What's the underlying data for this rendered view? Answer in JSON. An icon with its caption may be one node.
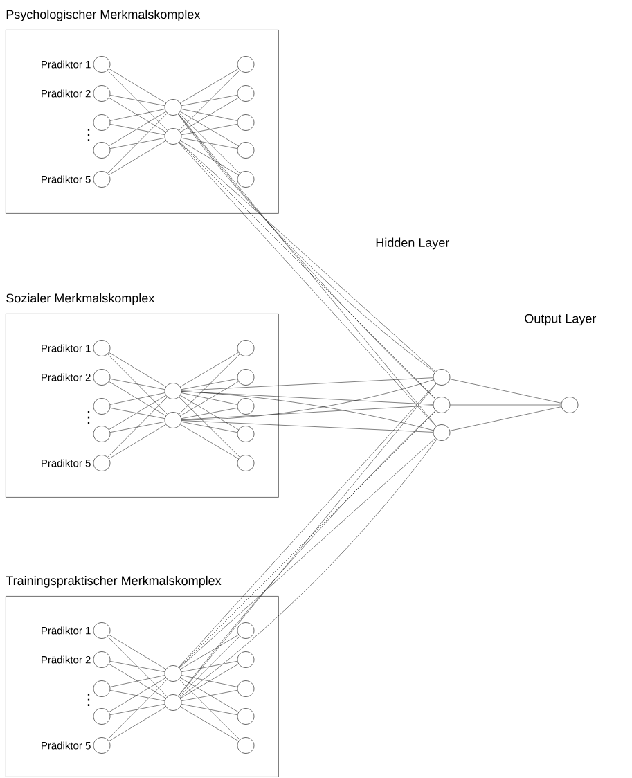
{
  "diagram": {
    "nodes": [
      {
        "text": [
          "Psychologischer Merkmalskomplex"
        ]
      },
      {
        "text": [],
        "shape": "circle",
        "in": 0,
        "beside": [
          "Prädiktor 1"
        ]
      },
      {
        "text": [],
        "shape": "circle",
        "in": 0,
        "beside": [
          "Prädiktor 2"
        ]
      },
      {
        "text": [],
        "shape": "circle",
        "in": 0
      },
      {
        "text": [],
        "shape": "circle",
        "in": 0
      },
      {
        "text": [],
        "shape": "circle",
        "in": 0,
        "beside": [
          "Prädiktor 5"
        ]
      },
      {
        "text": [],
        "shape": "circle",
        "in": 0
      },
      {
        "text": [],
        "shape": "circle",
        "in": 0
      },
      {
        "text": [],
        "shape": "circle",
        "in": 0
      },
      {
        "text": [],
        "shape": "circle",
        "in": 0
      },
      {
        "text": [],
        "shape": "circle",
        "in": 0
      },
      {
        "text": [],
        "shape": "circle",
        "in": 0
      },
      {
        "text": [],
        "shape": "circle",
        "in": 0
      },
      {
        "text": [
          "Sozialer Merkmalskomplex"
        ]
      },
      {
        "text": [],
        "shape": "circle",
        "in": 13,
        "beside": [
          "Prädiktor 1"
        ]
      },
      {
        "text": [],
        "shape": "circle",
        "in": 13,
        "beside": [
          "Prädiktor 2"
        ]
      },
      {
        "text": [],
        "shape": "circle",
        "in": 13
      },
      {
        "text": [],
        "shape": "circle",
        "in": 13
      },
      {
        "text": [],
        "shape": "circle",
        "in": 13,
        "beside": [
          "Prädiktor 5"
        ]
      },
      {
        "text": [],
        "shape": "circle",
        "in": 13
      },
      {
        "text": [],
        "shape": "circle",
        "in": 13
      },
      {
        "text": [],
        "shape": "circle",
        "in": 13
      },
      {
        "text": [],
        "shape": "circle",
        "in": 13
      },
      {
        "text": [],
        "shape": "circle",
        "in": 13
      },
      {
        "text": [],
        "shape": "circle",
        "in": 13
      },
      {
        "text": [],
        "shape": "circle",
        "in": 13
      },
      {
        "text": [
          "Trainingspraktischer Merkmalskomplex"
        ]
      },
      {
        "text": [],
        "shape": "circle",
        "in": 26,
        "beside": [
          "Prädiktor 1"
        ]
      },
      {
        "text": [],
        "shape": "circle",
        "in": 26,
        "beside": [
          "Prädiktor 2"
        ]
      },
      {
        "text": [],
        "shape": "circle",
        "in": 26
      },
      {
        "text": [],
        "shape": "circle",
        "in": 26
      },
      {
        "text": [],
        "shape": "circle",
        "in": 26,
        "beside": [
          "Prädiktor 5"
        ]
      },
      {
        "text": [],
        "shape": "circle",
        "in": 26
      },
      {
        "text": [],
        "shape": "circle",
        "in": 26
      },
      {
        "text": [],
        "shape": "circle",
        "in": 26
      },
      {
        "text": [],
        "shape": "circle",
        "in": 26
      },
      {
        "text": [],
        "shape": "circle",
        "in": 26
      },
      {
        "text": [],
        "shape": "circle",
        "in": 26
      },
      {
        "text": [],
        "shape": "circle",
        "in": 26
      },
      {
        "text": [],
        "shape": "circle"
      },
      {
        "text": [],
        "shape": "circle"
      },
      {
        "text": [],
        "shape": "circle"
      },
      {
        "text": [],
        "shape": "circle"
      }
    ],
    "edges": [
      {
        "from": 1,
        "to": 6,
        "arrow": "none"
      },
      {
        "from": 1,
        "to": 7,
        "arrow": "none"
      },
      {
        "from": 2,
        "to": 6,
        "arrow": "none"
      },
      {
        "from": 2,
        "to": 7,
        "arrow": "none"
      },
      {
        "from": 3,
        "to": 6,
        "arrow": "none"
      },
      {
        "from": 3,
        "to": 7,
        "arrow": "none"
      },
      {
        "from": 4,
        "to": 6,
        "arrow": "none"
      },
      {
        "from": 4,
        "to": 7,
        "arrow": "none"
      },
      {
        "from": 5,
        "to": 6,
        "arrow": "none"
      },
      {
        "from": 5,
        "to": 7,
        "arrow": "none"
      },
      {
        "from": 6,
        "to": 8,
        "arrow": "none"
      },
      {
        "from": 6,
        "to": 9,
        "arrow": "none"
      },
      {
        "from": 6,
        "to": 10,
        "arrow": "none"
      },
      {
        "from": 6,
        "to": 11,
        "arrow": "none"
      },
      {
        "from": 6,
        "to": 12,
        "arrow": "none"
      },
      {
        "from": 7,
        "to": 8,
        "arrow": "none"
      },
      {
        "from": 7,
        "to": 9,
        "arrow": "none"
      },
      {
        "from": 7,
        "to": 10,
        "arrow": "none"
      },
      {
        "from": 7,
        "to": 11,
        "arrow": "none"
      },
      {
        "from": 7,
        "to": 12,
        "arrow": "none"
      },
      {
        "from": 6,
        "to": 39,
        "arrow": "none"
      },
      {
        "from": 6,
        "to": 40,
        "arrow": "none"
      },
      {
        "from": 6,
        "to": 41,
        "arrow": "none"
      },
      {
        "from": 7,
        "to": 39,
        "arrow": "none"
      },
      {
        "from": 7,
        "to": 40,
        "arrow": "none"
      },
      {
        "from": 7,
        "to": 41,
        "arrow": "none"
      },
      {
        "from": 14,
        "to": 19,
        "arrow": "none"
      },
      {
        "from": 14,
        "to": 20,
        "arrow": "none"
      },
      {
        "from": 15,
        "to": 19,
        "arrow": "none"
      },
      {
        "from": 15,
        "to": 20,
        "arrow": "none"
      },
      {
        "from": 16,
        "to": 19,
        "arrow": "none"
      },
      {
        "from": 16,
        "to": 20,
        "arrow": "none"
      },
      {
        "from": 17,
        "to": 19,
        "arrow": "none"
      },
      {
        "from": 17,
        "to": 20,
        "arrow": "none"
      },
      {
        "from": 18,
        "to": 19,
        "arrow": "none"
      },
      {
        "from": 18,
        "to": 20,
        "arrow": "none"
      },
      {
        "from": 19,
        "to": 21,
        "arrow": "none"
      },
      {
        "from": 19,
        "to": 22,
        "arrow": "none"
      },
      {
        "from": 19,
        "to": 23,
        "arrow": "none"
      },
      {
        "from": 19,
        "to": 24,
        "arrow": "none"
      },
      {
        "from": 19,
        "to": 25,
        "arrow": "none"
      },
      {
        "from": 20,
        "to": 21,
        "arrow": "none"
      },
      {
        "from": 20,
        "to": 22,
        "arrow": "none"
      },
      {
        "from": 20,
        "to": 23,
        "arrow": "none"
      },
      {
        "from": 20,
        "to": 24,
        "arrow": "none"
      },
      {
        "from": 20,
        "to": 25,
        "arrow": "none"
      },
      {
        "from": 19,
        "to": 39,
        "arrow": "none"
      },
      {
        "from": 19,
        "to": 40,
        "arrow": "none"
      },
      {
        "from": 19,
        "to": 41,
        "arrow": "none"
      },
      {
        "from": 20,
        "to": 39,
        "arrow": "none"
      },
      {
        "from": 20,
        "to": 40,
        "arrow": "none"
      },
      {
        "from": 20,
        "to": 41,
        "arrow": "none"
      },
      {
        "from": 27,
        "to": 32,
        "arrow": "none"
      },
      {
        "from": 27,
        "to": 33,
        "arrow": "none"
      },
      {
        "from": 28,
        "to": 32,
        "arrow": "none"
      },
      {
        "from": 28,
        "to": 33,
        "arrow": "none"
      },
      {
        "from": 29,
        "to": 32,
        "arrow": "none"
      },
      {
        "from": 29,
        "to": 33,
        "arrow": "none"
      },
      {
        "from": 30,
        "to": 32,
        "arrow": "none"
      },
      {
        "from": 30,
        "to": 33,
        "arrow": "none"
      },
      {
        "from": 31,
        "to": 32,
        "arrow": "none"
      },
      {
        "from": 31,
        "to": 33,
        "arrow": "none"
      },
      {
        "from": 32,
        "to": 34,
        "arrow": "none"
      },
      {
        "from": 32,
        "to": 35,
        "arrow": "none"
      },
      {
        "from": 32,
        "to": 36,
        "arrow": "none"
      },
      {
        "from": 32,
        "to": 37,
        "arrow": "none"
      },
      {
        "from": 32,
        "to": 38,
        "arrow": "none"
      },
      {
        "from": 33,
        "to": 34,
        "arrow": "none"
      },
      {
        "from": 33,
        "to": 35,
        "arrow": "none"
      },
      {
        "from": 33,
        "to": 36,
        "arrow": "none"
      },
      {
        "from": 33,
        "to": 37,
        "arrow": "none"
      },
      {
        "from": 33,
        "to": 38,
        "arrow": "none"
      },
      {
        "from": 32,
        "to": 39,
        "arrow": "none"
      },
      {
        "from": 32,
        "to": 40,
        "arrow": "none"
      },
      {
        "from": 32,
        "to": 41,
        "arrow": "none"
      },
      {
        "from": 33,
        "to": 39,
        "arrow": "none"
      },
      {
        "from": 33,
        "to": 40,
        "arrow": "none"
      },
      {
        "from": 33,
        "to": 41,
        "arrow": "none"
      },
      {
        "from": 39,
        "to": 42,
        "arrow": "none"
      },
      {
        "from": 40,
        "to": 42,
        "arrow": "none"
      },
      {
        "from": 41,
        "to": 42,
        "arrow": "none"
      }
    ],
    "labels": [
      "⋮",
      "⋮",
      "⋮",
      "Hidden Layer",
      "Output Layer"
    ]
  }
}
